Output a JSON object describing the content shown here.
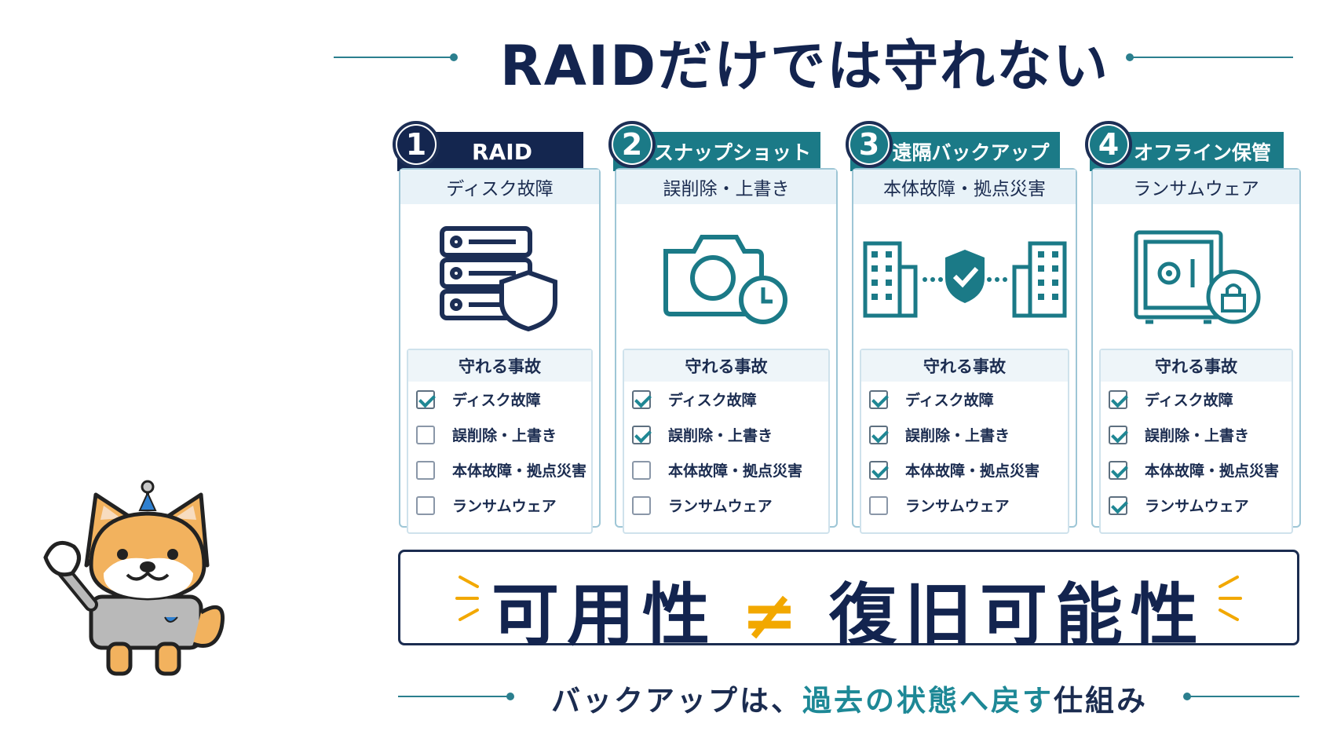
{
  "title": "RAIDだけでは守れない",
  "checklist_heading": "守れる事故",
  "cards": [
    {
      "number": "1",
      "label": "RAID",
      "subtitle": "ディスク故障",
      "icon": "server-shield-icon",
      "tab_color": "#14264f",
      "items": [
        {
          "text": "ディスク故障",
          "checked": true
        },
        {
          "text": "誤削除・上書き",
          "checked": false
        },
        {
          "text": "本体故障・拠点災害",
          "checked": false
        },
        {
          "text": "ランサムウェア",
          "checked": false
        }
      ]
    },
    {
      "number": "2",
      "label": "スナップショット",
      "subtitle": "誤削除・上書き",
      "icon": "camera-clock-icon",
      "tab_color": "#1b7a87",
      "items": [
        {
          "text": "ディスク故障",
          "checked": true
        },
        {
          "text": "誤削除・上書き",
          "checked": true
        },
        {
          "text": "本体故障・拠点災害",
          "checked": false
        },
        {
          "text": "ランサムウェア",
          "checked": false
        }
      ]
    },
    {
      "number": "3",
      "label": "遠隔バックアップ",
      "subtitle": "本体故障・拠点災害",
      "icon": "buildings-shield-icon",
      "tab_color": "#1b7a87",
      "items": [
        {
          "text": "ディスク故障",
          "checked": true
        },
        {
          "text": "誤削除・上書き",
          "checked": true
        },
        {
          "text": "本体故障・拠点災害",
          "checked": true
        },
        {
          "text": "ランサムウェア",
          "checked": false
        }
      ]
    },
    {
      "number": "4",
      "label": "オフライン保管",
      "subtitle": "ランサムウェア",
      "icon": "safe-lock-icon",
      "tab_color": "#1b7a87",
      "items": [
        {
          "text": "ディスク故障",
          "checked": true
        },
        {
          "text": "誤削除・上書き",
          "checked": true
        },
        {
          "text": "本体故障・拠点災害",
          "checked": true
        },
        {
          "text": "ランサムウェア",
          "checked": true
        }
      ]
    }
  ],
  "equation": {
    "left": "可用性",
    "symbol": "≠",
    "right": "復旧可能性"
  },
  "footer": {
    "prefix": "バックアップは、",
    "highlight": "過去の状態へ戻す",
    "suffix": "仕組み"
  },
  "colors": {
    "navy": "#13244f",
    "teal": "#1b7a87",
    "accent": "#f2a800"
  }
}
